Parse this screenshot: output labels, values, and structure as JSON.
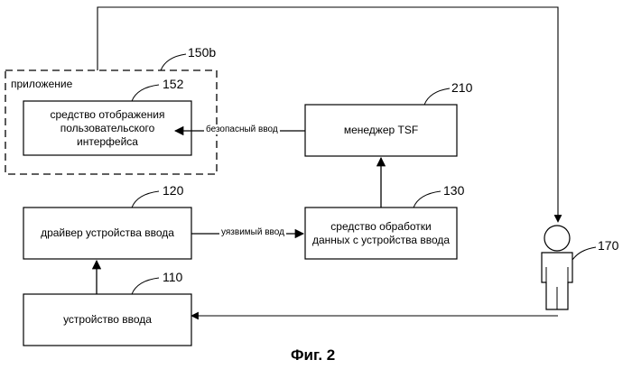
{
  "group": {
    "label": "приложение",
    "ref": "150b"
  },
  "nodes": {
    "ui_display": {
      "label": "средство отображения\nпользовательского\nинтерфейса",
      "ref": "152"
    },
    "tsf_manager": {
      "label": "менеджер TSF",
      "ref": "210"
    },
    "input_driver": {
      "label": "драйвер устройства ввода",
      "ref": "120"
    },
    "input_processor": {
      "label": "средство обработки\nданных с устройства ввода",
      "ref": "130"
    },
    "input_device": {
      "label": "устройство ввода",
      "ref": "110"
    },
    "user": {
      "label": "",
      "ref": "170"
    }
  },
  "edges": {
    "secure_input": {
      "label": "безопасный ввод"
    },
    "vulnerable_input": {
      "label": "уязвимый ввод"
    }
  },
  "caption": "Фиг. 2"
}
